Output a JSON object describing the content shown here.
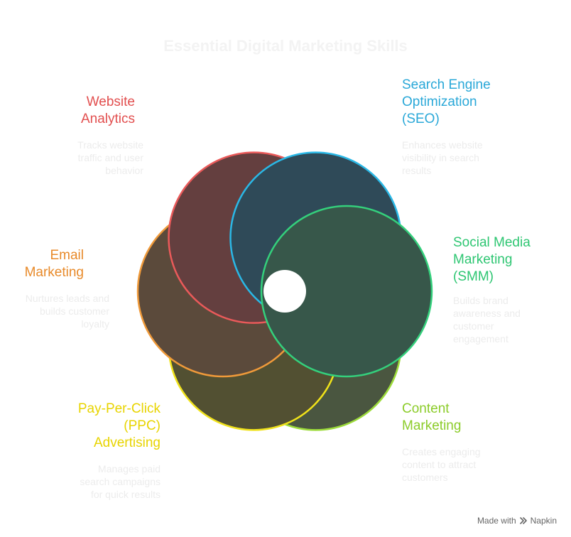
{
  "title": "Essential Digital Marketing Skills",
  "segments": [
    {
      "id": "seo",
      "label_lines": [
        "Search Engine",
        "Optimization",
        "(SEO)"
      ],
      "desc_lines": [
        "Enhances website",
        "visibility in search",
        "results"
      ],
      "stroke": "#2ab8e6",
      "fill": "#2f4a58"
    },
    {
      "id": "smm",
      "label_lines": [
        "Social Media",
        "Marketing",
        "(SMM)"
      ],
      "desc_lines": [
        "Builds brand",
        "awareness and",
        "customer",
        "engagement"
      ],
      "stroke": "#34d07c",
      "fill": "#37574a"
    },
    {
      "id": "content",
      "label_lines": [
        "Content",
        "Marketing"
      ],
      "desc_lines": [
        "Creates engaging",
        "content to attract",
        "customers"
      ],
      "stroke": "#9cdb3a",
      "fill": "#4a5640"
    },
    {
      "id": "ppc",
      "label_lines": [
        "Pay-Per-Click",
        "(PPC)",
        "Advertising"
      ],
      "desc_lines": [
        "Manages paid",
        "search campaigns",
        "for quick results"
      ],
      "stroke": "#f0e21a",
      "fill": "#525032"
    },
    {
      "id": "email",
      "label_lines": [
        "Email",
        "Marketing"
      ],
      "desc_lines": [
        "Nurtures leads and",
        "builds customer",
        "loyalty"
      ],
      "stroke": "#f09a3a",
      "fill": "#5b4a3b"
    },
    {
      "id": "analytics",
      "label_lines": [
        "Website",
        "Analytics"
      ],
      "desc_lines": [
        "Tracks website",
        "traffic and user",
        "behavior"
      ],
      "stroke": "#ea5a5a",
      "fill": "#643f3f"
    }
  ],
  "label_colors": {
    "seo": "#2aa8d8",
    "smm": "#2ec672",
    "content": "#8ccc2a",
    "ppc": "#e8d400",
    "email": "#e88a2a",
    "analytics": "#e24f4f"
  },
  "watermark": {
    "text": "Made with",
    "brand": "Napkin",
    "icon": "napkin-logo-icon"
  }
}
